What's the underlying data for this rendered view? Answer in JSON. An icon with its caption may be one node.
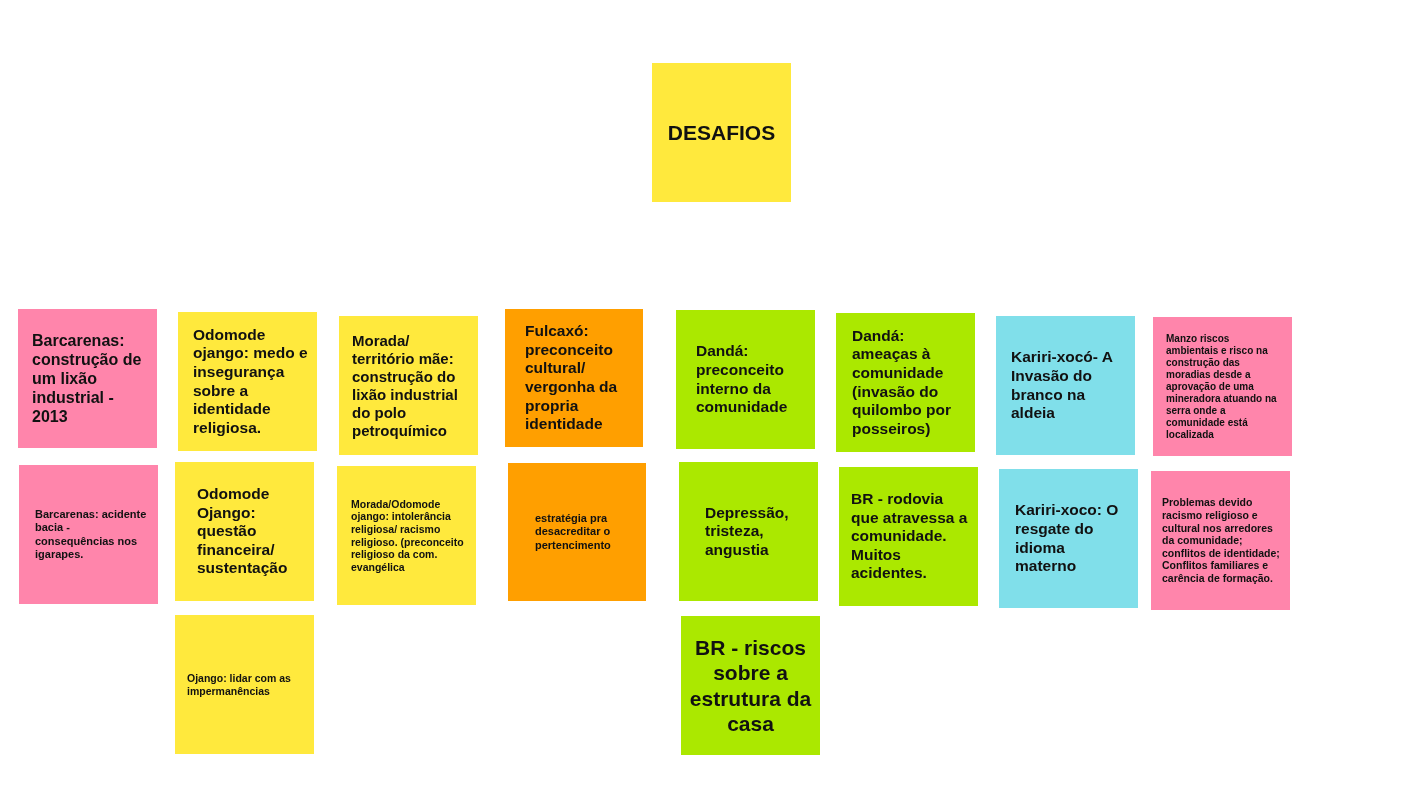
{
  "diagram": {
    "nodes": [
      {
        "text": [
          "DESAFIOS"
        ]
      },
      {
        "text": [
          "Barcarenas: construção de um lixão industrial - 2013"
        ]
      },
      {
        "text": [
          "Odomode ojango: medo e insegurança sobre a identidade religiosa."
        ]
      },
      {
        "text": [
          "Morada/ território mãe: construção do lixão industrial do polo petroquímico"
        ]
      },
      {
        "text": [
          "Fulcaxó: preconceito cultural/ vergonha da propria identidade"
        ]
      },
      {
        "text": [
          "Dandá: preconceito interno da comunidade"
        ]
      },
      {
        "text": [
          "Dandá: ameaças à comunidade (invasão do quilombo por posseiros)"
        ]
      },
      {
        "text": [
          "Kariri-xocó- A Invasão do branco na aldeia"
        ]
      },
      {
        "text": [
          "Manzo riscos ambientais e risco na construção das moradias desde a aprovação de uma mineradora atuando na serra onde a comunidade está localizada"
        ]
      },
      {
        "text": [
          "Barcarenas: acidente bacia - consequências nos igarapes."
        ]
      },
      {
        "text": [
          "Odomode Ojango: questão financeira/ sustentação"
        ]
      },
      {
        "text": [
          "Morada/Odomode ojango: intolerância religiosa/ racismo religioso. (preconceito religioso da com. evangélica"
        ]
      },
      {
        "text": [
          "estratégia pra desacreditar o pertencimento"
        ]
      },
      {
        "text": [
          "Depressão, tristeza, angustia"
        ]
      },
      {
        "text": [
          "BR - rodovia que atravessa a comunidade. Muitos acidentes."
        ]
      },
      {
        "text": [
          "Kariri-xoco: O resgate do idioma materno"
        ]
      },
      {
        "text": [
          "Problemas devido racismo religioso e cultural nos arredores da comunidade; conflitos de identidade; Conflitos familiares e carência de formação."
        ]
      },
      {
        "text": [
          "Ojango: lidar com as impermanências"
        ]
      },
      {
        "text": [
          "BR - riscos sobre a estrutura da casa"
        ]
      }
    ]
  }
}
